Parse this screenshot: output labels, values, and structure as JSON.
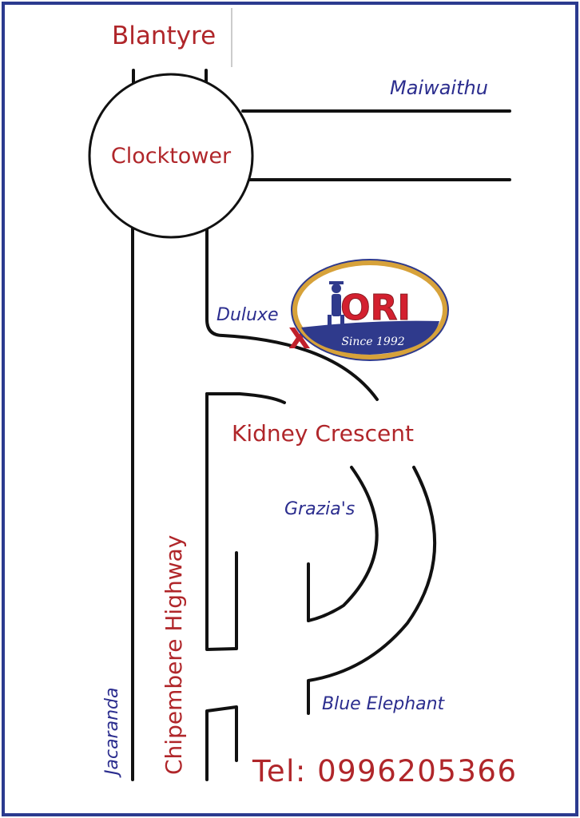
{
  "map": {
    "city": "Blantyre",
    "landmark_circle": "Clocktower",
    "street_labels": {
      "maiwaithu": "Maiwaithu",
      "duluxe": "Duluxe",
      "kidney_crescent": "Kidney Crescent",
      "grazias": "Grazia's",
      "blue_elephant": "Blue Elephant",
      "chipembere": "Chipembere Highway",
      "jacaranda": "Jacaranda"
    },
    "marker": "X",
    "phone": "Tel: 0996205366"
  },
  "logo": {
    "brand": "ORI",
    "tagline": "Since 1992"
  },
  "colors": {
    "border": "#2b3a8f",
    "place_label": "#b0262a",
    "handwritten": "#2b2d8e",
    "marker": "#c0202a",
    "logo_band": "#2f3a8c",
    "logo_gold": "#d7a23a"
  }
}
